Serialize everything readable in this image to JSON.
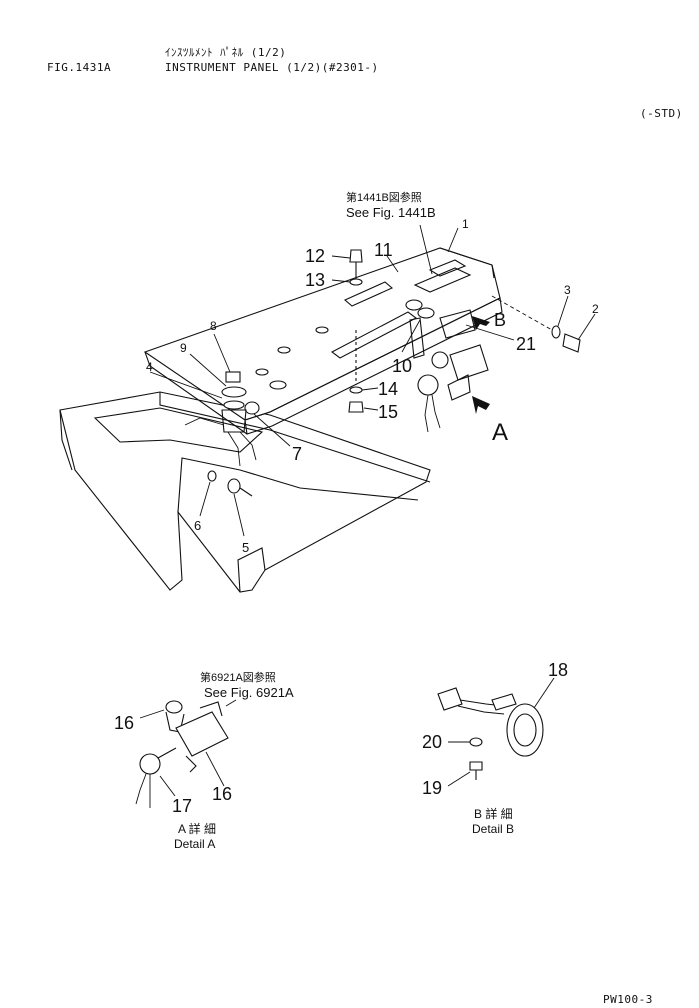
{
  "header": {
    "fig_no": "FIG.1431A",
    "title_jp": "ｲﾝｽﾂﾙﾒﾝﾄ ﾊﾟﾈﾙ (1/2)",
    "title_en": "INSTRUMENT PANEL (1/2)(#2301-)",
    "std": "(-STD)"
  },
  "refs": {
    "top_jp": "第1441B図参照",
    "top_en": "See Fig. 1441B",
    "a_jp": "第6921A図参照",
    "a_en": "See Fig. 6921A"
  },
  "callouts": {
    "p1": "1",
    "p2": "2",
    "p3": "3",
    "p4": "4",
    "p5": "5",
    "p6": "6",
    "p7": "7",
    "p8": "8",
    "p9": "9",
    "p10": "10",
    "p11": "11",
    "p12": "12",
    "p13": "13",
    "p14": "14",
    "p15": "15",
    "p21": "21",
    "arrowA": "A",
    "arrowB": "B",
    "a16a": "16",
    "a16b": "16",
    "a17": "17",
    "b18": "18",
    "b19": "19",
    "b20": "20"
  },
  "details": {
    "a_jp": "A 詳 細",
    "a_en": "Detail A",
    "b_jp": "B 詳 細",
    "b_en": "Detail B"
  },
  "footer": {
    "code": "PW100-3"
  }
}
